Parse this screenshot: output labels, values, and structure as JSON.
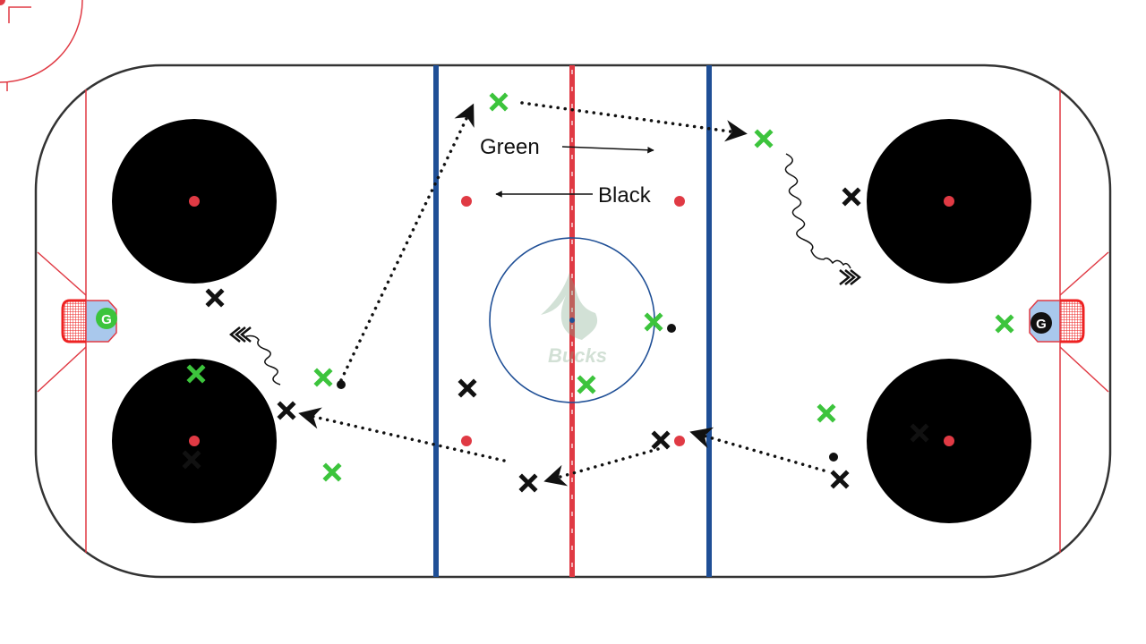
{
  "diagram": {
    "labels": {
      "green": "Green",
      "black": "Black"
    },
    "goalies": {
      "left": "G",
      "right": "G"
    },
    "logo_text": "Bucks",
    "colors": {
      "red_line": "#e03a44",
      "blue_line": "#1f4f96",
      "green_player": "#3cc43c",
      "black_player": "#111111",
      "crease": "#a9c8ec"
    }
  }
}
